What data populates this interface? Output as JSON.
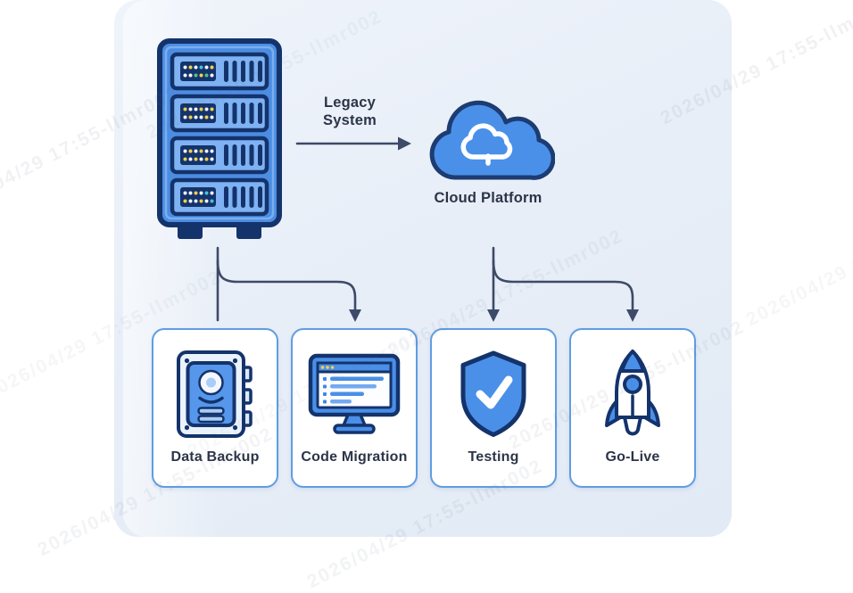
{
  "colors": {
    "accent_blue": "#4a90e8",
    "light_blue_fill": "#7fb2f2",
    "outline_navy": "#14336b",
    "connector": "#3d4a68",
    "canvas_bg": "#e9eff8",
    "box_border": "#5f9de2",
    "label_text": "#2c3548",
    "led_yellow": "#f6cf4b",
    "led_green": "#4fc47e",
    "led_teal": "#45c6d8"
  },
  "flow": {
    "source_icon": "server-rack-icon",
    "arrow_label_line1": "Legacy",
    "arrow_label_line2": "System",
    "target_icon": "cloud-icon",
    "target_label": "Cloud Platform"
  },
  "steps": [
    {
      "label": "Data Backup",
      "icon": "hard-drive-icon"
    },
    {
      "label": "Code Migration",
      "icon": "monitor-code-icon"
    },
    {
      "label": "Testing",
      "icon": "shield-check-icon"
    },
    {
      "label": "Go-Live",
      "icon": "rocket-icon"
    }
  ],
  "watermark": {
    "text": "2026/04/29 17:55-llmr002"
  }
}
